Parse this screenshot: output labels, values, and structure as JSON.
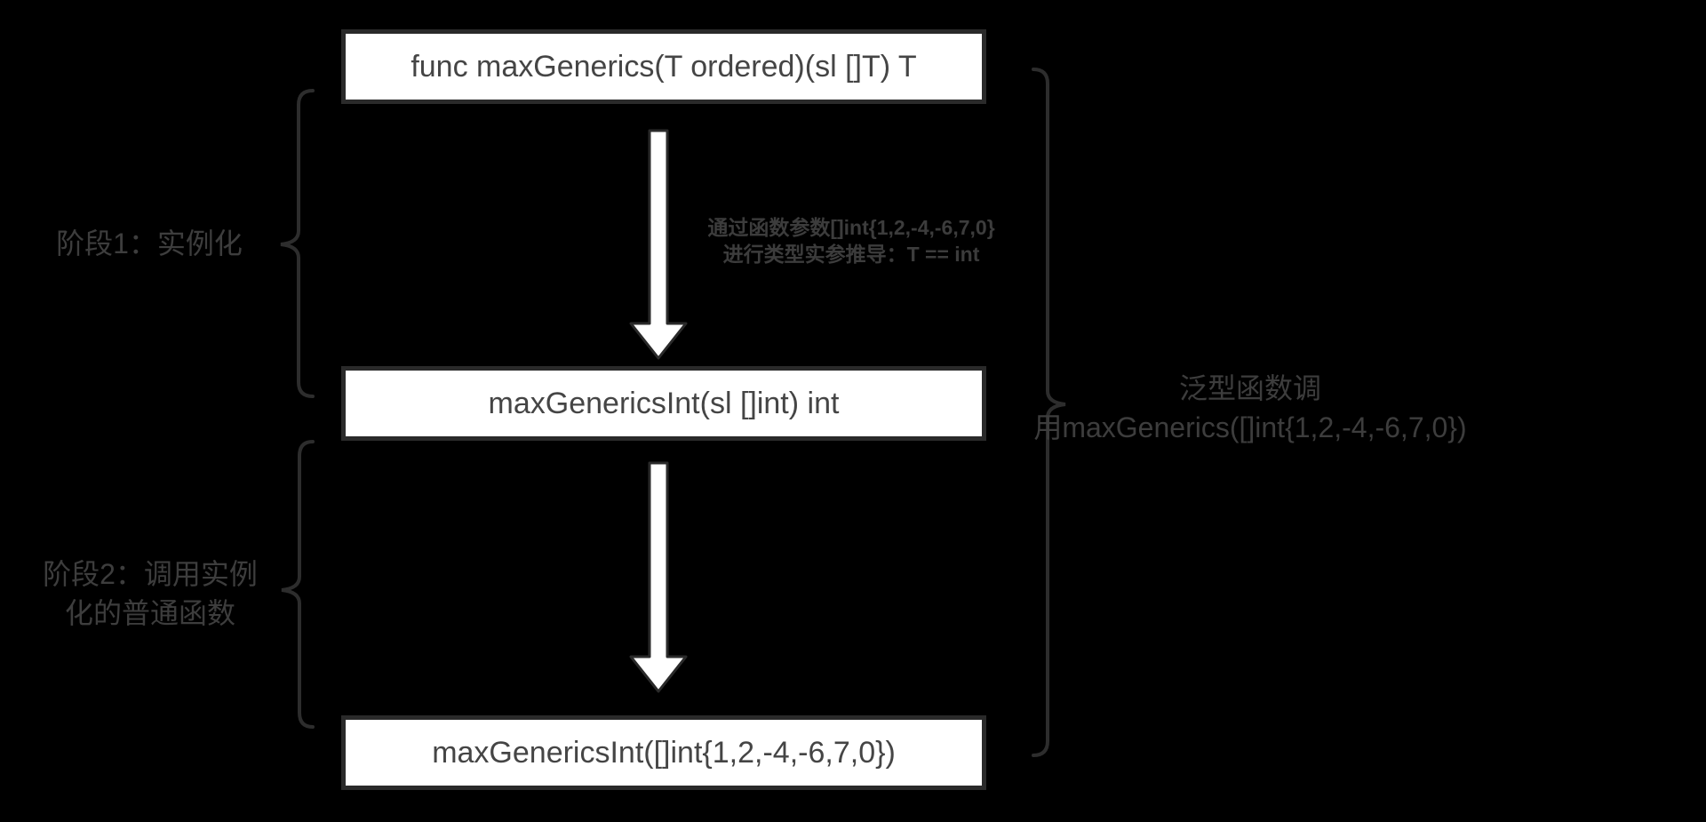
{
  "diagram": {
    "title_context": "Go generic function instantiation flow",
    "nodes": [
      {
        "id": "generic-function",
        "label": "func maxGenerics(T ordered)(sl []T) T"
      },
      {
        "id": "instantiated-function",
        "label": "maxGenericsInt(sl []int) int"
      },
      {
        "id": "function-call",
        "label": "maxGenericsInt([]int{1,2,-4,-6,7,0})"
      }
    ],
    "arrow_annotation": {
      "line1": "通过函数参数[]int{1,2,-4,-6,7,0}",
      "line2": "进行类型实参推导：T == int"
    },
    "stage1_label": "阶段1：实例化",
    "stage2_label": {
      "line1": "阶段2：调用实例",
      "line2": "化的普通函数"
    },
    "right_annotation": {
      "line1": "泛型函数调",
      "line2": "用maxGenerics([]int{1,2,-4,-6,7,0})"
    }
  },
  "icons": {
    "arrow_1": "arrow-down",
    "arrow_2": "arrow-down",
    "brace_left_1": "curly-brace-left",
    "brace_left_2": "curly-brace-left",
    "brace_right": "curly-brace-right"
  },
  "colors": {
    "background": "#000000",
    "box_bg": "#ffffff",
    "box_border": "#2a2a2a",
    "box_text": "#454545",
    "annotation_text": "#3c3c3c",
    "label_text": "#3d3d3d",
    "brace": "#2d2d2d",
    "arrow_fill": "#ffffff",
    "arrow_stroke": "#2a2a2a"
  }
}
